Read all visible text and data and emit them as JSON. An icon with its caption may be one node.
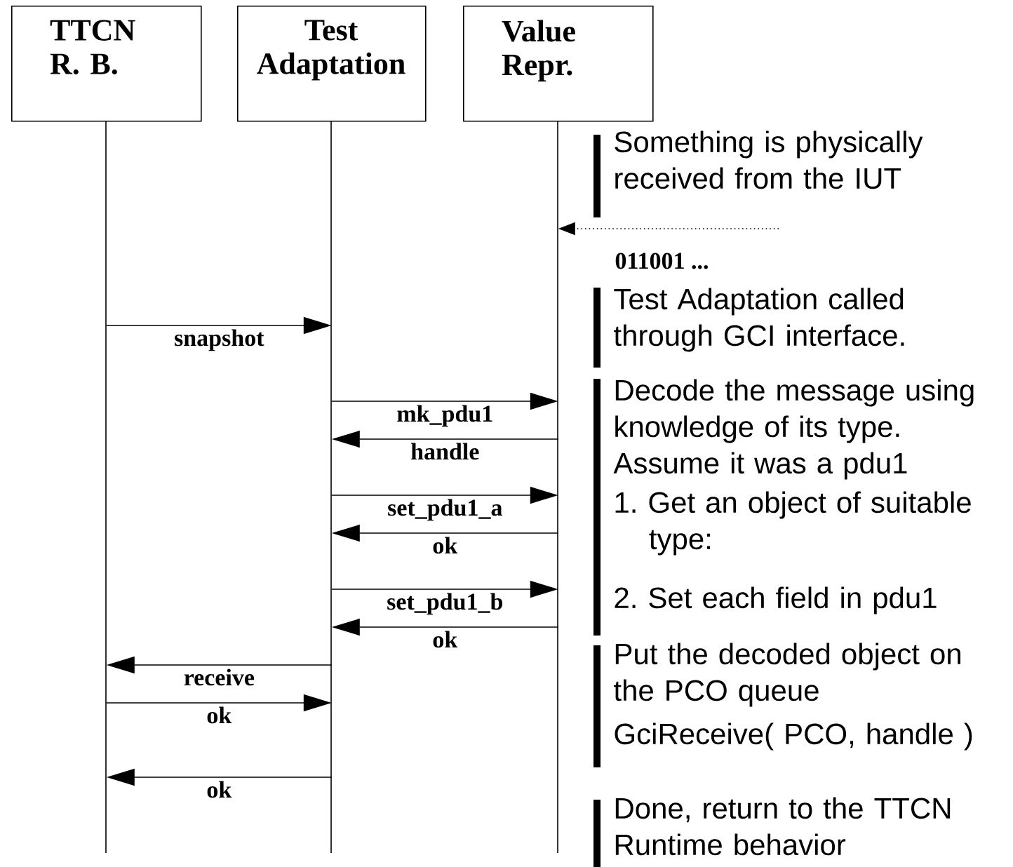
{
  "diagram": {
    "nodes": [
      {
        "text": [
          "TTCN R. B."
        ]
      },
      {
        "text": [
          "Test Adaptation"
        ]
      },
      {
        "text": [
          "Value Repr."
        ]
      }
    ],
    "edges": [
      {
        "from": null,
        "to": 2,
        "arrow": "to",
        "style": "dashed",
        "label": "011001 ..."
      },
      {
        "from": 0,
        "to": 1,
        "arrow": "to",
        "label": "snapshot"
      },
      {
        "from": 1,
        "to": 2,
        "arrow": "to",
        "label": "mk_pdu1"
      },
      {
        "from": 2,
        "to": 1,
        "arrow": "to",
        "label": "handle"
      },
      {
        "from": 1,
        "to": 2,
        "arrow": "to",
        "label": "set_pdu1_a"
      },
      {
        "from": 2,
        "to": 1,
        "arrow": "to",
        "label": "ok"
      },
      {
        "from": 1,
        "to": 2,
        "arrow": "to",
        "label": "set_pdu1_b"
      },
      {
        "from": 2,
        "to": 1,
        "arrow": "to",
        "label": "ok"
      },
      {
        "from": 1,
        "to": 0,
        "arrow": "to",
        "label": "receive"
      },
      {
        "from": 0,
        "to": 1,
        "arrow": "to",
        "label": "ok"
      },
      {
        "from": 1,
        "to": 0,
        "arrow": "to",
        "label": "ok"
      }
    ],
    "labels": [
      "Something is physically received from the IUT",
      "Test Adaptation called through GCI interface.",
      "Decode the message using knowledge of its type. Assume it was a pdu1",
      "1. Get an object of suitable type:",
      "2. Set each field in pdu1",
      "Put the decoded object on the PCO queue",
      "GciReceive( PCO, handle )",
      "Done, return to the TTCN Runtime behavior"
    ]
  }
}
